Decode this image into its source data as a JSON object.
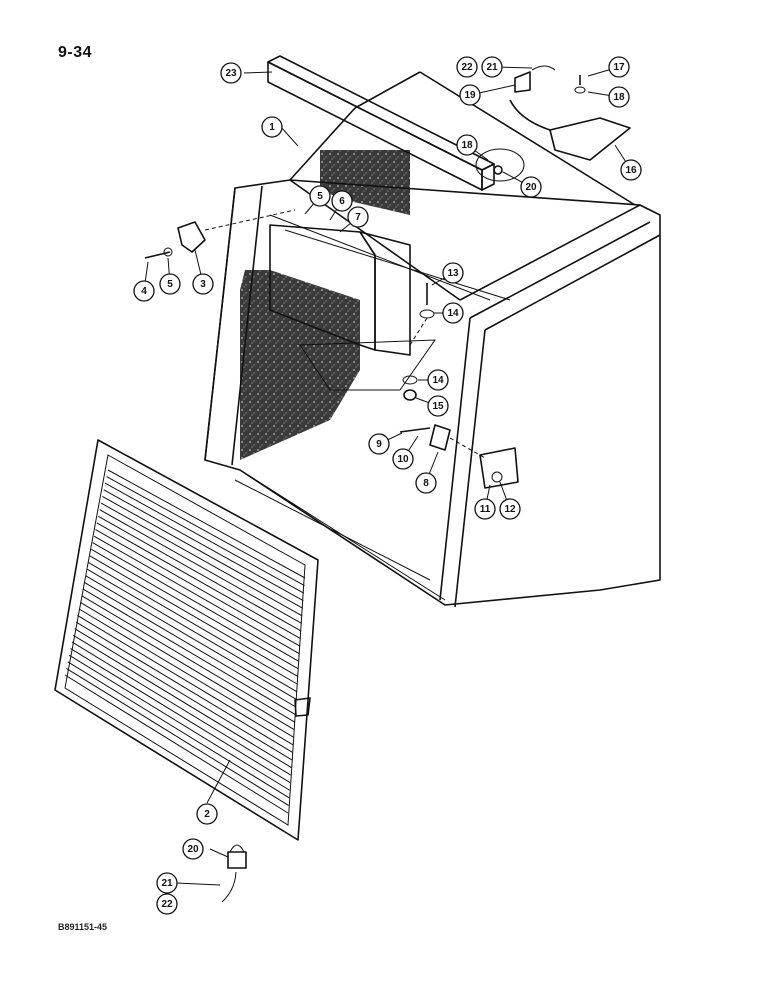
{
  "page_number": "9-34",
  "drawing_code": "B891151-45",
  "callouts": [
    {
      "label": "1"
    },
    {
      "label": "2"
    },
    {
      "label": "3"
    },
    {
      "label": "4"
    },
    {
      "label": "5"
    },
    {
      "label": "5"
    },
    {
      "label": "6"
    },
    {
      "label": "7"
    },
    {
      "label": "8"
    },
    {
      "label": "9"
    },
    {
      "label": "10"
    },
    {
      "label": "11"
    },
    {
      "label": "12"
    },
    {
      "label": "13"
    },
    {
      "label": "14"
    },
    {
      "label": "14"
    },
    {
      "label": "15"
    },
    {
      "label": "16"
    },
    {
      "label": "17"
    },
    {
      "label": "18"
    },
    {
      "label": "18"
    },
    {
      "label": "19"
    },
    {
      "label": "20"
    },
    {
      "label": "20"
    },
    {
      "label": "21"
    },
    {
      "label": "21"
    },
    {
      "label": "22"
    },
    {
      "label": "22"
    },
    {
      "label": "23"
    }
  ]
}
